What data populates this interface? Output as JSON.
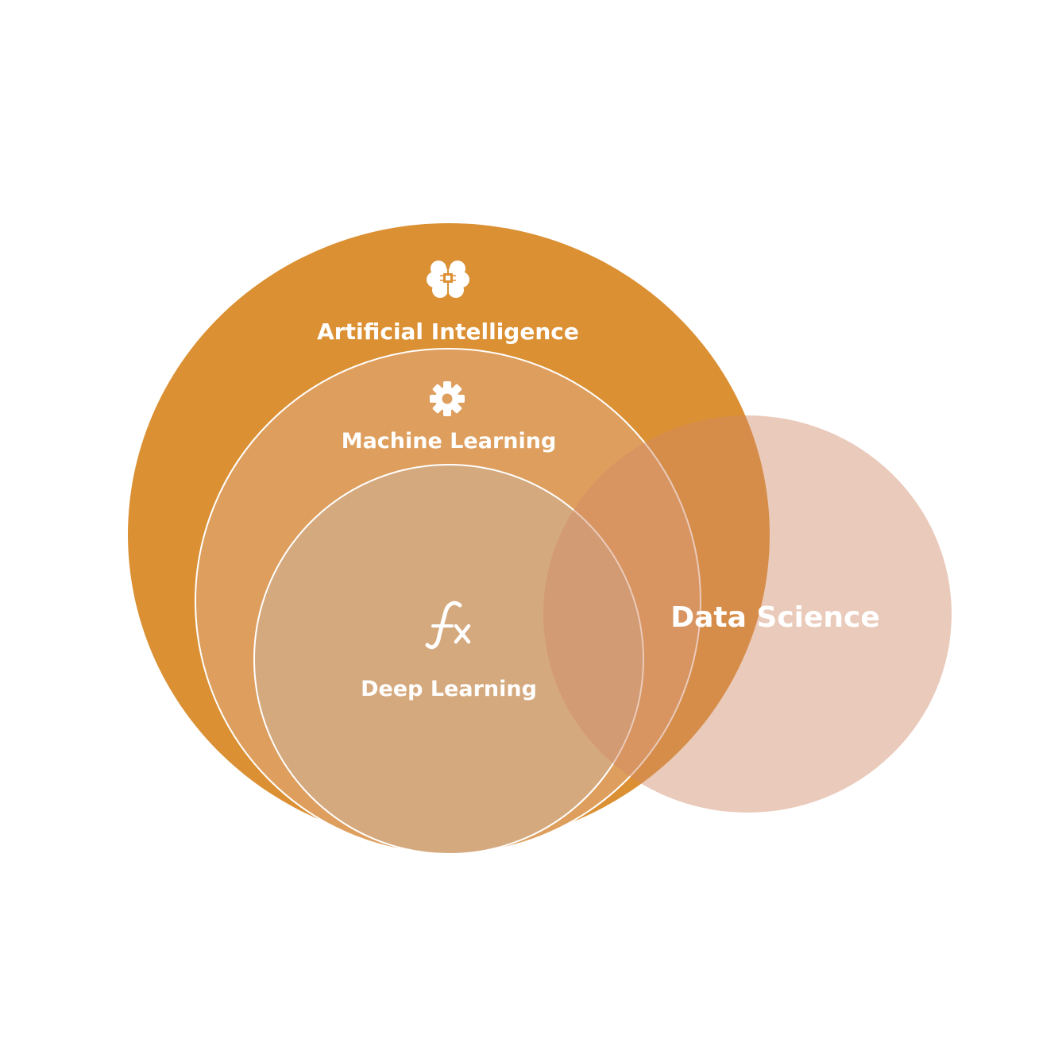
{
  "diagram": {
    "colors": {
      "ai_circle": "#DB9033",
      "ml_circle": "#DE9F5E",
      "dl_circle": "#D5A97E",
      "ds_circle": "#D08A66",
      "outline": "#FFFFFF",
      "label": "#FFFFFF"
    },
    "sets": {
      "ai": {
        "label": "Artificial Intelligence",
        "icon": "brain-chip-icon"
      },
      "ml": {
        "label": "Machine Learning",
        "icon": "gear-icon"
      },
      "dl": {
        "label": "Deep Learning",
        "icon": "function-fx-icon"
      },
      "ds": {
        "label": "Data Science"
      }
    }
  }
}
